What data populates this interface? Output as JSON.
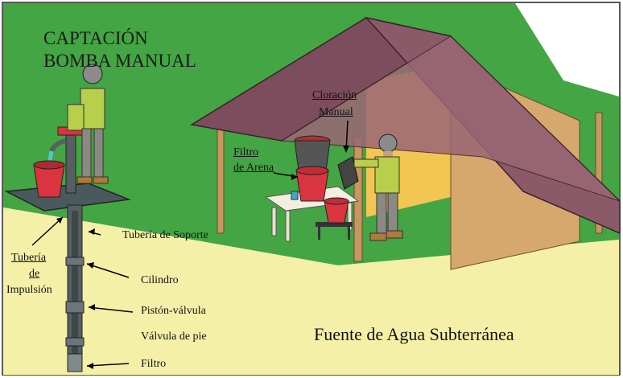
{
  "title": {
    "line1": "CAPTACIÓN",
    "line2": "BOMBA MANUAL"
  },
  "labels": {
    "cloracion_line1": "Cloración",
    "cloracion_line2": "Manual",
    "filtro_arena_line1": "Filtro",
    "filtro_arena_line2": "de Arena",
    "tuberia_impulsion_line1": "Tubería",
    "tuberia_impulsion_line2": "de",
    "tuberia_impulsion_line3": "Impulsión",
    "tuberia_soporte": "Tubería de Soporte",
    "cilindro": "Cilindro",
    "piston_valvula": "Pistón-válvula",
    "valvula_pie": "Válvula de pie",
    "filtro": "Filtro",
    "fuente_agua": "Fuente de Agua Subterránea"
  },
  "colors": {
    "grass": "#43a543",
    "ground": "#f5f0a8",
    "roof": "#8b5a68",
    "wall": "#d6a86e",
    "wall_inner": "#f3c653",
    "bucket": "#d9343f",
    "person_shirt": "#b7cf4a",
    "person_pants": "#8a8a82",
    "pipe": "#566063"
  }
}
